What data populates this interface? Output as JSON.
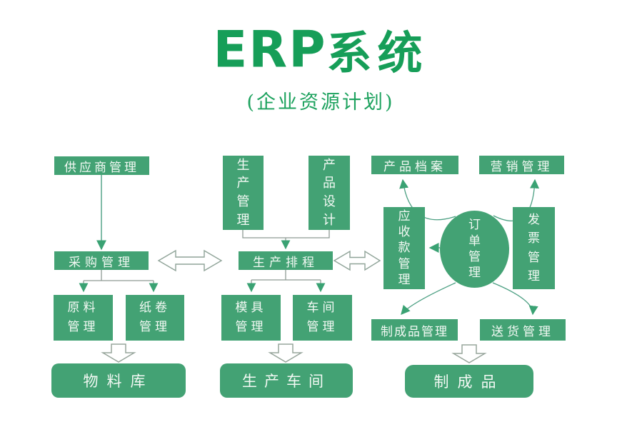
{
  "title": {
    "latin": "ERP",
    "cjk": "系统",
    "subtitle": "(企业资源计划)"
  },
  "colors": {
    "box_green": "#43a274",
    "title_green": "#169e58",
    "connector_teal": "#4b9f82",
    "bracket_gray": "#8e9b94",
    "arrowhead_green": "#3aa273",
    "hollow_arrow_outline": "#97a59b",
    "box_text": "#f3f9f4"
  },
  "nodes": {
    "supplier": {
      "label": "供应商管理"
    },
    "procurement": {
      "label": "采购管理"
    },
    "raw_material": {
      "label": "原料管理"
    },
    "paper_roll": {
      "label": "纸卷管理"
    },
    "material_store": {
      "label": "物料库"
    },
    "production_mgmt": {
      "label": "生产管理"
    },
    "product_design": {
      "label": "产品设计"
    },
    "production_schedule": {
      "label": "生产排程"
    },
    "mold_mgmt": {
      "label": "模具管理"
    },
    "workshop_mgmt": {
      "label": "车间管理"
    },
    "production_workshop": {
      "label": "生产车间"
    },
    "product_archive": {
      "label": "产品档案"
    },
    "marketing_mgmt": {
      "label": "营销管理"
    },
    "receivables_mgmt": {
      "label": "应收款管理"
    },
    "order_mgmt": {
      "label": "订单管理"
    },
    "invoice_mgmt": {
      "label": "发票管理"
    },
    "finished_goods_mgmt": {
      "label": "制成品管理"
    },
    "delivery_mgmt": {
      "label": "送货管理"
    },
    "finished_goods": {
      "label": "制成品"
    }
  }
}
